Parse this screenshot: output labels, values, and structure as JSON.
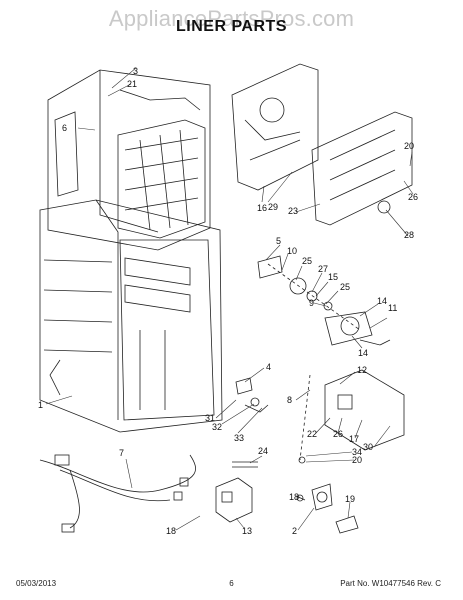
{
  "watermark": "AppliancePartsPros.com",
  "title": "LINER PARTS",
  "footer": {
    "date": "05/03/2013",
    "page": "6",
    "part_no": "Part No. W10477546  Rev. C"
  },
  "callouts": {
    "c3": "3",
    "c21": "21",
    "c6": "6",
    "c1": "1",
    "c7": "7",
    "c20a": "20",
    "c26a": "26",
    "c28": "28",
    "c29": "29",
    "c16": "16",
    "c23": "23",
    "c5": "5",
    "c10": "10",
    "c25a": "25",
    "c27": "27",
    "c15": "15",
    "c25b": "25",
    "c9": "9",
    "c14a": "14",
    "c11": "11",
    "c14b": "14",
    "c4": "4",
    "c12": "12",
    "c8": "8",
    "c31": "31",
    "c32": "32",
    "c33": "33",
    "c22": "22",
    "c26b": "26",
    "c17": "17",
    "c30": "30",
    "c34": "34",
    "c20b": "20",
    "c24": "24",
    "c18a": "18",
    "c19": "19",
    "c18b": "18",
    "c13": "13",
    "c2": "2"
  }
}
